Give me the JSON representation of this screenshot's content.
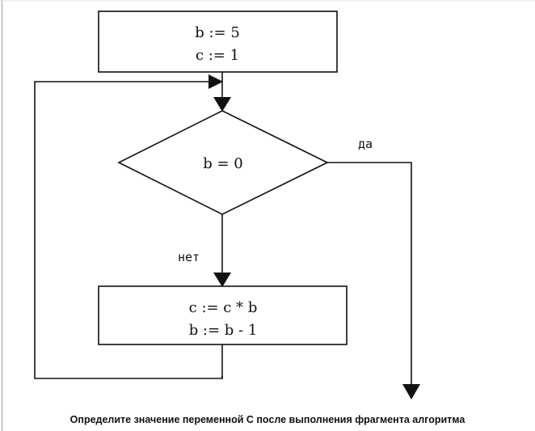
{
  "flowchart": {
    "init_block": {
      "line1": "b := 5",
      "line2": "c := 1"
    },
    "condition": {
      "text": "b = 0"
    },
    "branch_yes": "да",
    "branch_no": "нет",
    "loop_block": {
      "line1": "c := c * b",
      "line2": "b := b - 1"
    }
  },
  "caption": "Определите значение переменной С после выполнения фрагмента алгоритма"
}
